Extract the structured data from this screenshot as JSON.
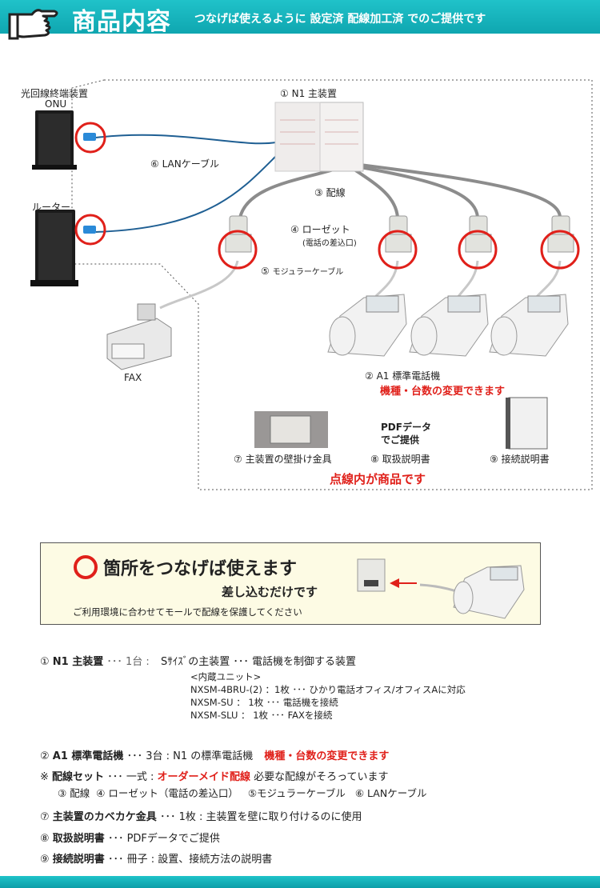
{
  "header": {
    "title": "商品内容",
    "subtitle": "つなげば使えるように 設定済 配線加工済 でのご提供です"
  },
  "icons": {
    "hand": "pointing-hand-icon",
    "ring": "red-ring-icon",
    "arrow": "red-arrow-icon"
  },
  "colors": {
    "header": "#12b1ba",
    "accent_red": "#e0201a",
    "cable_blue": "#1f5f93",
    "cable_gray": "#8c8c8c"
  },
  "diagram": {
    "onu_label": "光回線終端装置",
    "onu_sub": "ONU",
    "router_label": "ルーター",
    "main_unit": {
      "num": "①",
      "label": "N1 主装置"
    },
    "lan_cable": {
      "num": "⑥",
      "label": "LANケーブル"
    },
    "wiring": {
      "num": "③",
      "label": "配線"
    },
    "rosette": {
      "num": "④",
      "label": "ローゼット",
      "sub": "(電話の差込口)"
    },
    "modular": {
      "num": "⑤",
      "label": "モジュラーケーブル"
    },
    "fax_label": "FAX",
    "phone": {
      "num": "②",
      "label": "A1 標準電話機",
      "note": "機種・台数の変更できます"
    },
    "wall_bracket": {
      "num": "⑦",
      "label": "主装置の壁掛け金具"
    },
    "manual": {
      "num": "⑧",
      "label": "取扱説明書",
      "pdf": "PDFデータ",
      "pdf2": "でご提供"
    },
    "conn_manual": {
      "num": "⑨",
      "label": "接続説明書"
    },
    "scope": "点線内が商品です"
  },
  "infobox": {
    "title": "箇所をつなげば使えます",
    "sub": "差し込むだけです",
    "note": "ご利用環境に合わせてモールで配線を保護してください"
  },
  "items": {
    "i1": {
      "num": "①",
      "name": "N1 主装置",
      "qty": "･･･ 1台 :",
      "desc": "Sｻｲｽﾞの主装置 ･･･ 電話機を制御する装置",
      "unit_head": "<内蔵ユニット>",
      "u1": "NXSM-4BRU-(2) ：1枚 ･･･ ひかり電話オフィス/オフィスAに対応",
      "u2": "NXSM-SU ： 1枚 ･･･ 電話機を接続",
      "u3": "NXSM-SLU ： 1枚 ･･･ FAXを接続"
    },
    "i2": {
      "num": "②",
      "name": "A1 標準電話機",
      "desc": "･･･ 3台 : N1 の標準電話機",
      "note": "機種・台数の変更できます"
    },
    "i3": {
      "num": "※",
      "name": "配線セット",
      "desc1": "･･･ 一式 :",
      "red": "オーダーメイド配線",
      "desc2": "必要な配線がそろっています",
      "s1n": "③",
      "s1": "配線",
      "s2n": "④",
      "s2": "ローゼット（電話の差込口）",
      "s3n": "⑤",
      "s3": "モジュラーケーブル",
      "s4n": "⑥",
      "s4": "LANケーブル"
    },
    "i7": {
      "num": "⑦",
      "name": "主装置のカベカケ金具",
      "desc": "･･･ 1枚 : 主装置を壁に取り付けるのに使用"
    },
    "i8": {
      "num": "⑧",
      "name": "取扱説明書",
      "desc": "･･･ PDFデータでご提供"
    },
    "i9": {
      "num": "⑨",
      "name": "接続説明書",
      "desc": "･･･ 冊子 : 設置、接続方法の説明書"
    }
  }
}
